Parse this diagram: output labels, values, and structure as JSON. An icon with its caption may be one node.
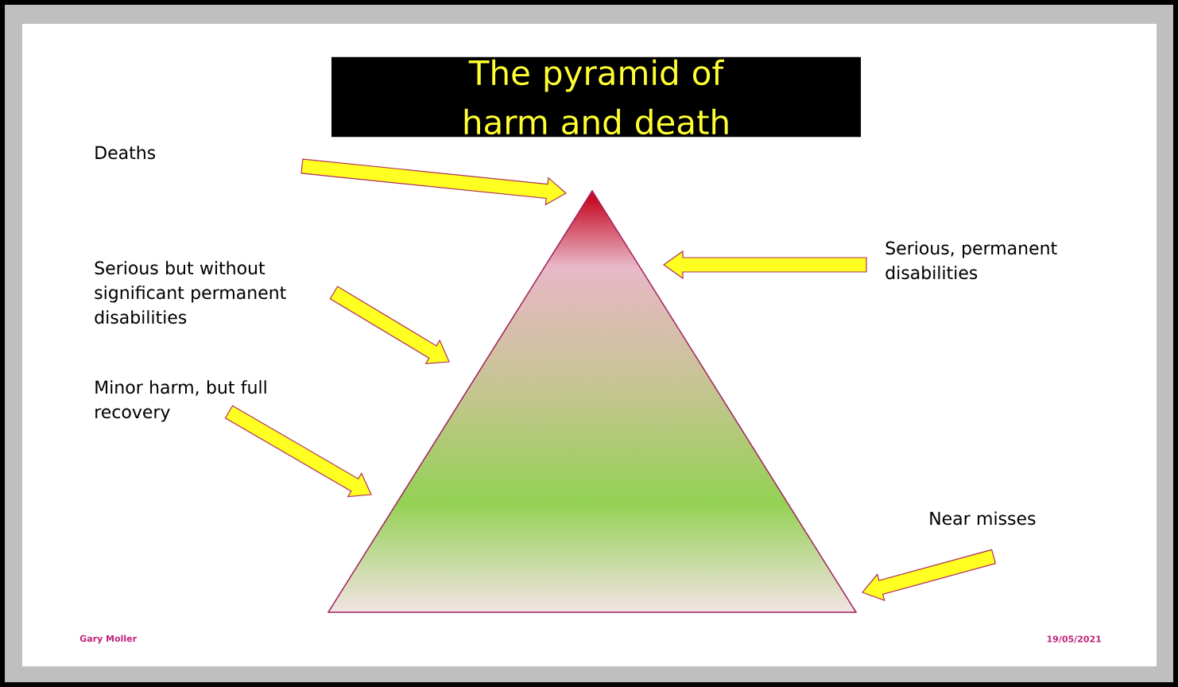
{
  "diagram": {
    "title": "The pyramid of harm and death",
    "nodes": [
      {
        "text": [
          "Deaths"
        ]
      },
      {
        "text": [
          "Serious but without significant permanent disabilities"
        ]
      },
      {
        "text": [
          "Minor harm, but full recovery"
        ]
      },
      {
        "text": [
          "Serious, permanent disabilities"
        ]
      },
      {
        "text": [
          "Near misses"
        ]
      },
      {
        "text": [],
        "shape": "triangle"
      }
    ],
    "edges": [
      {
        "from": 0,
        "to": 5,
        "arrow": "to"
      },
      {
        "from": 1,
        "to": 5,
        "arrow": "to"
      },
      {
        "from": 2,
        "to": 5,
        "arrow": "to"
      },
      {
        "from": 3,
        "to": 5,
        "arrow": "to"
      },
      {
        "from": 4,
        "to": 5,
        "arrow": "to"
      }
    ],
    "labels": [
      "Gary Moller",
      "19/05/2021"
    ]
  }
}
